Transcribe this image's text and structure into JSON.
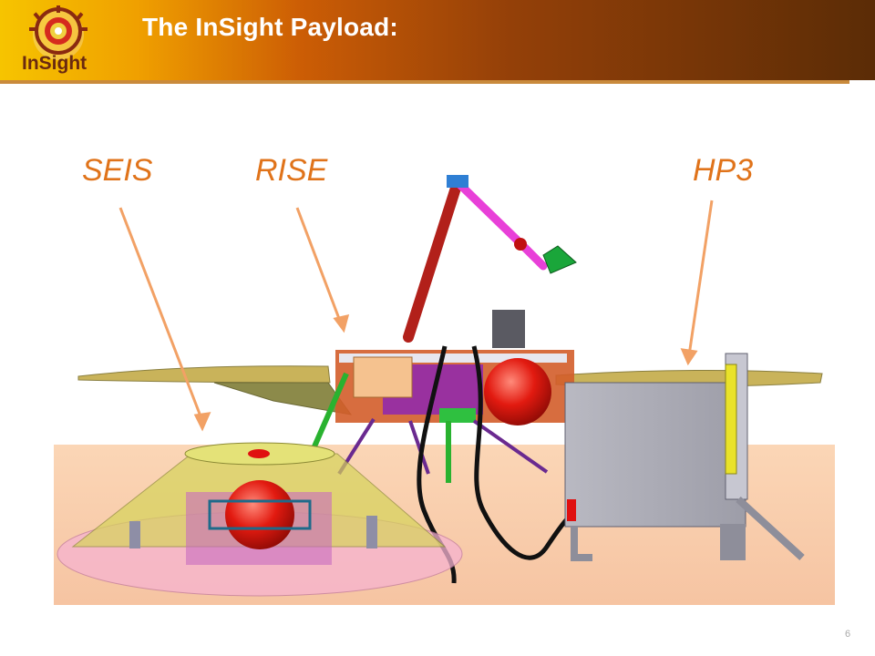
{
  "slide": {
    "title": "The InSight Payload:",
    "page_number": "6"
  },
  "logo": {
    "text": "InSight"
  },
  "labels": {
    "seis": "SEIS",
    "rise": "RISE",
    "hp3": "HP3"
  },
  "colors": {
    "accent": "#e0731a",
    "header_dark": "#5b2c06",
    "header_light": "#f6c400"
  }
}
